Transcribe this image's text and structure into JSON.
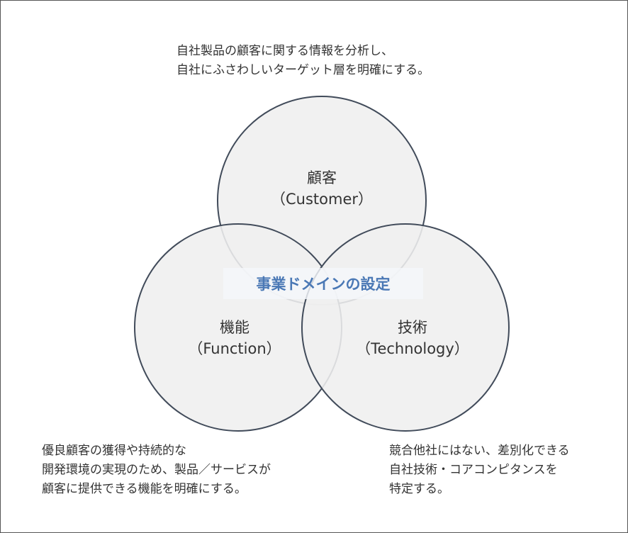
{
  "colors": {
    "circle_fill": "#efefef",
    "circle_stroke": "#414b5a",
    "center_text": "#4a78b5",
    "text": "#333333"
  },
  "notes": {
    "top": [
      "自社製品の顧客に関する情報を分析し、",
      "自社にふさわしいターゲット層を明確にする。"
    ],
    "left": [
      "優良顧客の獲得や持続的な",
      "開発環境の実現のため、製品／サービスが",
      "顧客に提供できる機能を明確にする。"
    ],
    "right": [
      "競合他社にはない、差別化できる",
      "自社技術・コアコンピタンスを",
      "特定する。"
    ]
  },
  "circles": {
    "customer": {
      "title": "顧客",
      "subtitle": "（Customer）"
    },
    "function": {
      "title": "機能",
      "subtitle": "（Function）"
    },
    "technology": {
      "title": "技術",
      "subtitle": "（Technology）"
    }
  },
  "center": {
    "label": "事業ドメインの設定"
  }
}
